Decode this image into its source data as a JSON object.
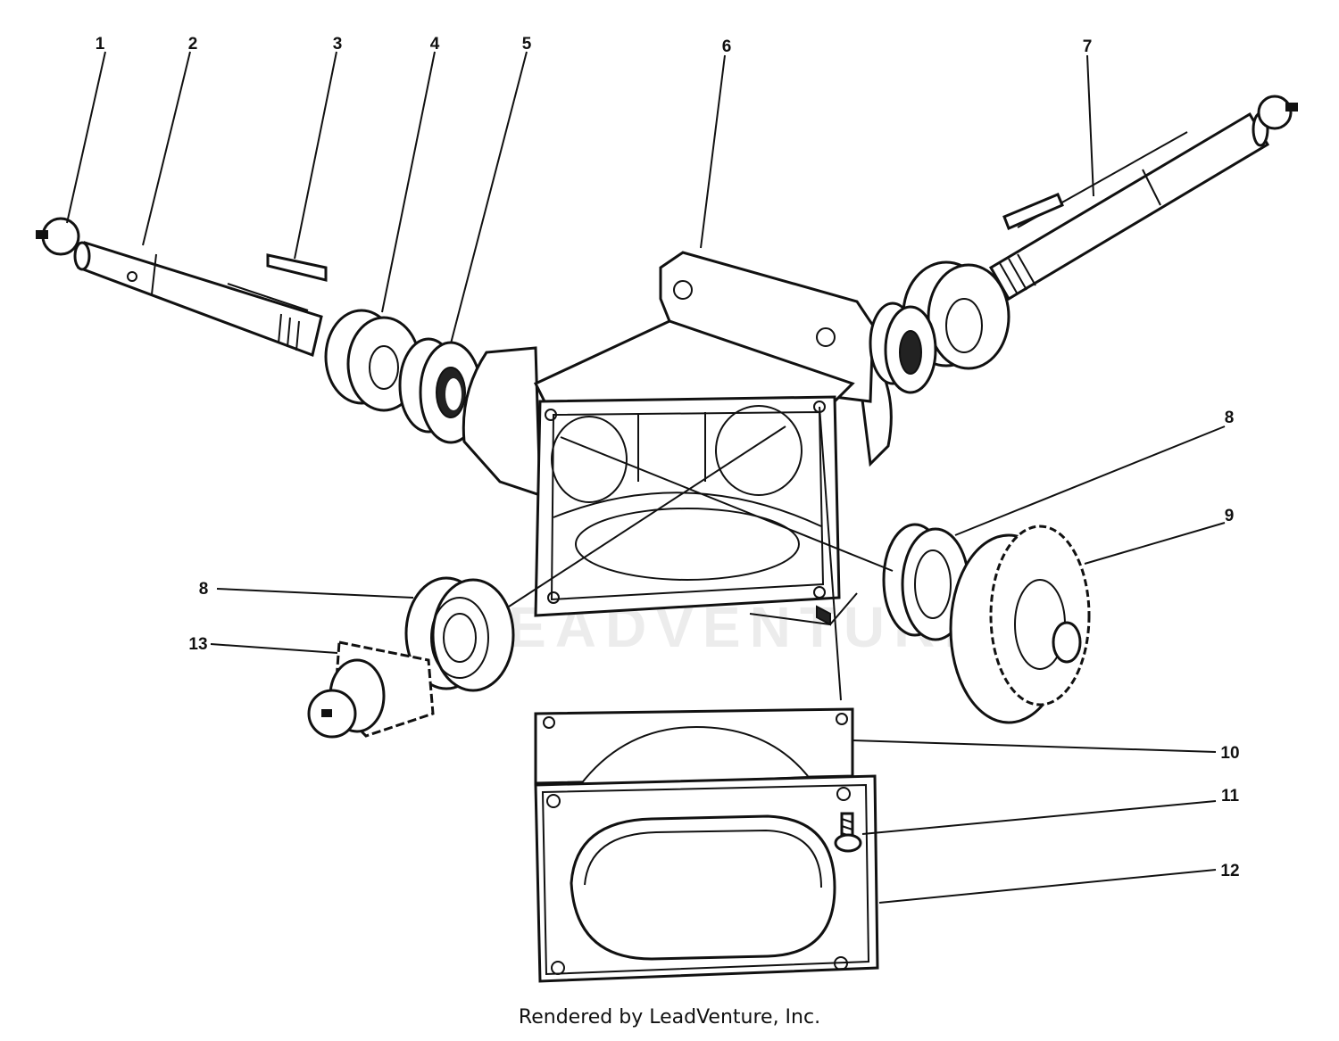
{
  "callouts": [
    "1",
    "2",
    "3",
    "4",
    "5",
    "6",
    "7",
    "8",
    "8",
    "9",
    "10",
    "11",
    "12",
    "13"
  ],
  "watermark": "LEADVENTURE",
  "footer": "Rendered by LeadVenture, Inc."
}
